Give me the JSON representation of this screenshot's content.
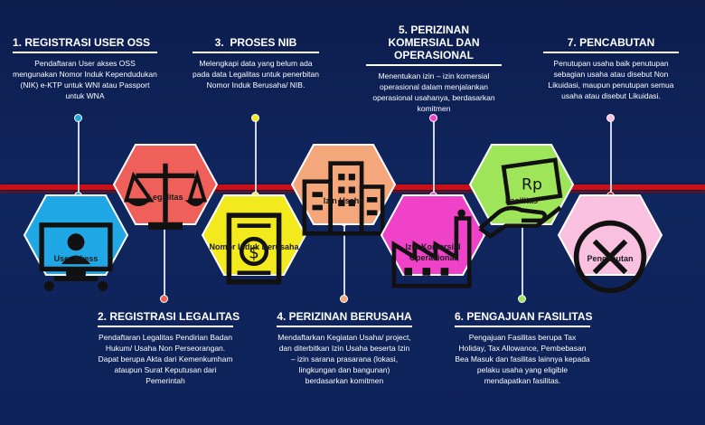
{
  "steps": [
    {
      "number": "1.",
      "title": "REGISTRASI USER OSS",
      "desc": "Pendaftaran User akses OSS mengunakan Nomor Induk Kependudukan (NIK) e-KTP untuk WNI atau Passport untuk WNA",
      "hex_label": "User Akess",
      "color": "#1fa7e6",
      "icon": "user-computer-icon"
    },
    {
      "number": "2.",
      "title": "REGISTRASI LEGALITAS",
      "desc": "Pendaftaran Legalitas Pendirian Badan Hukum/ Usaha Non Perseorangan. Dapat berupa Akta dari Kemenkumham ataupun Surat Keputusan dari Pemerintah",
      "hex_label": "Legalitas",
      "color": "#f0605a",
      "icon": "scales-icon"
    },
    {
      "number": "3.",
      "title": "PROSES NIB",
      "desc": "Melengkapi data yang belum ada pada data Legalitas untuk penerbitan Nomor Induk Berusaha/ NIB.",
      "hex_label": "Nomor Induk Berusaha",
      "color": "#f2ea1c",
      "icon": "certificate-icon"
    },
    {
      "number": "4.",
      "title": "PERIZINAN BERUSAHA",
      "desc": "Mendaftarkan Kegiatan Usaha/ project, dan diterbitkan Izin Usaha beserta Izin – izin sarana prasarana (lokasi, lingkungan dan bangunan) berdasarkan komitmen",
      "hex_label": "Izin Usaha",
      "color": "#f5a77c",
      "icon": "buildings-icon"
    },
    {
      "number": "5.",
      "title": "PERIZINAN KOMERSIAL DAN OPERASIONAL",
      "desc": "Menentukan izin – izin komersial operasional dalam menjalankan operasional usahanya, berdasarkan komitmen",
      "hex_label": "Izin Komersial Operasional",
      "color": "#f042c8",
      "icon": "factory-icon"
    },
    {
      "number": "6.",
      "title": "PENGAJUAN FASILITAS",
      "desc": "Pengajuan Fasilitas berupa Tax Holiday, Tax Allowance, Pembebasan Bea Masuk dan fasilitas lainnya kepada pelaku usaha yang eligible mendapatkan fasilitas.",
      "hex_label": "Fasilitas",
      "color": "#9ee55a",
      "icon": "money-hand-icon"
    },
    {
      "number": "7.",
      "title": "PENCABUTAN",
      "desc": "Penutupan usaha baik penutupan sebagian usaha atau disebut Non Likuidasi, maupun penutupan semua usaha atau disebut Likuidasi.",
      "hex_label": "Pencabutan",
      "color": "#f9c0e0",
      "icon": "cancel-circle-icon"
    }
  ],
  "colors": {
    "background": "#0f2257",
    "line": "#c8101b"
  }
}
